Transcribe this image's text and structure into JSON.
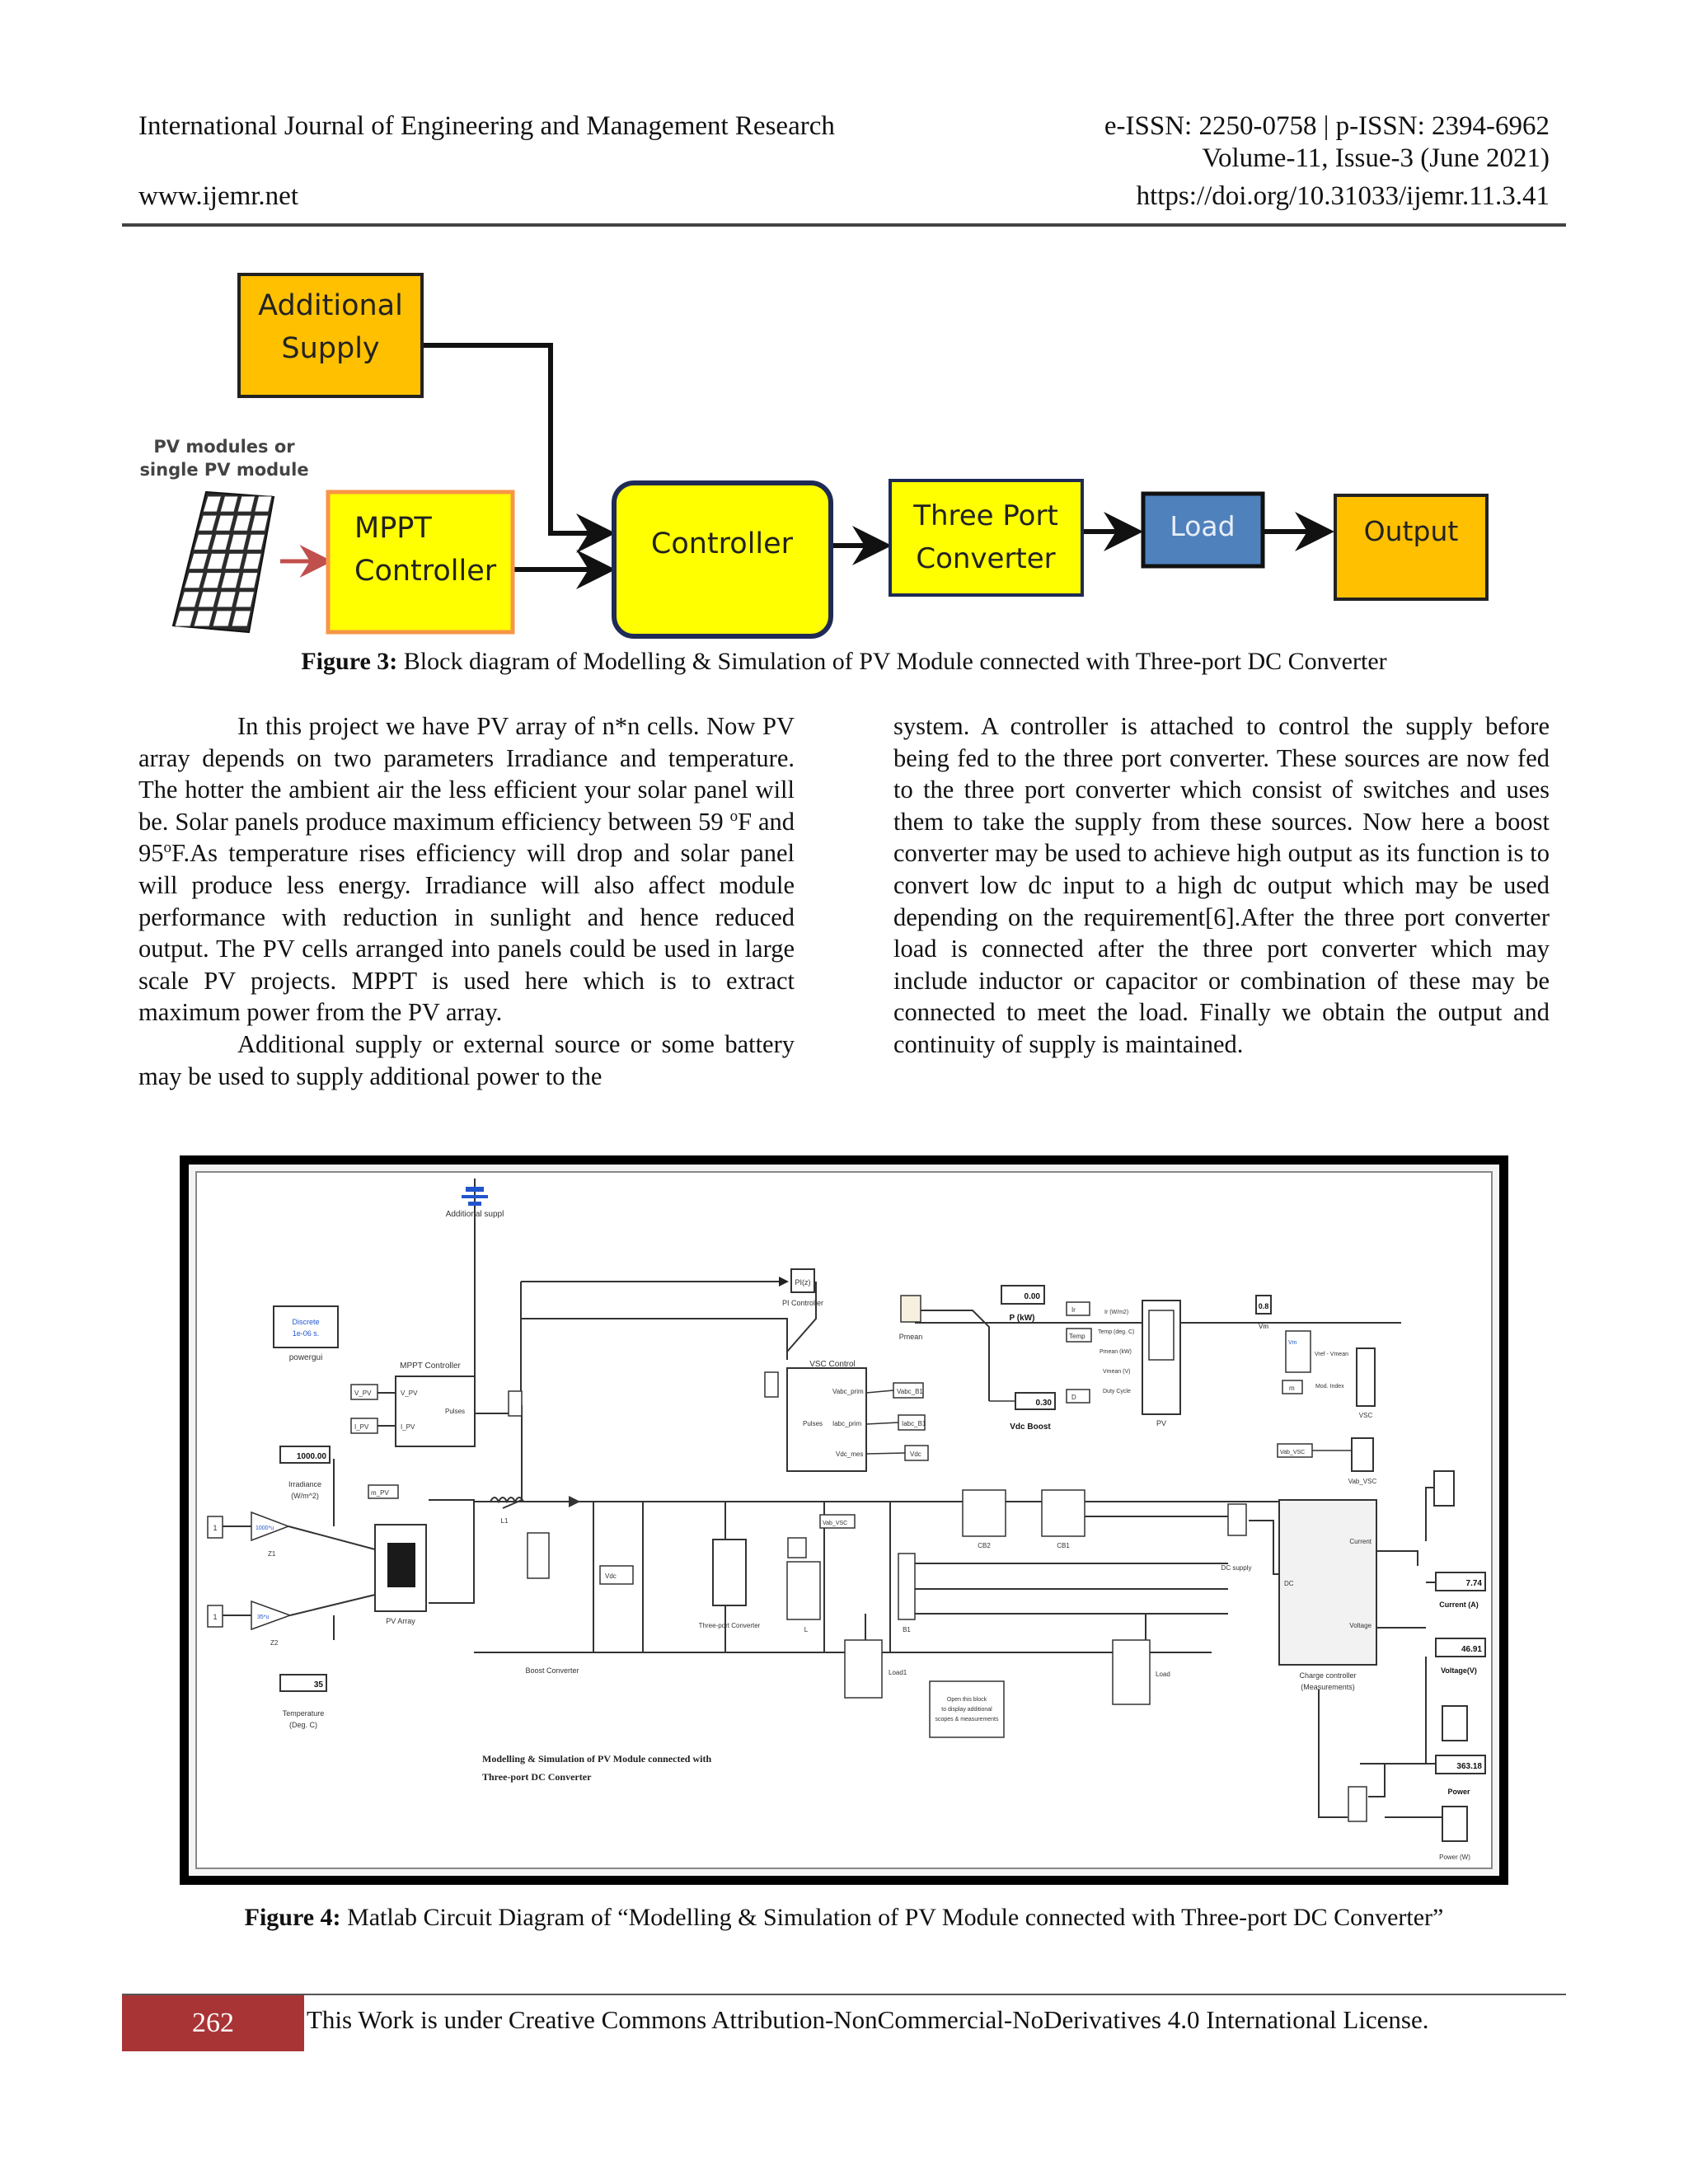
{
  "header": {
    "journal": "International Journal of Engineering and Management Research",
    "issn": "e-ISSN: 2250-0758 | p-ISSN: 2394-6962",
    "volume": "Volume-11, Issue-3 (June 2021)",
    "website": "www.ijemr.net",
    "doi": "https://doi.org/10.31033/ijemr.11.3.41"
  },
  "figure3": {
    "blocks": {
      "additional_1": "Additional",
      "additional_2": "Supply",
      "pv_label_1": "PV modules or",
      "pv_label_2": "single PV module",
      "mppt_1": "MPPT",
      "mppt_2": "Controller",
      "controller": "Controller",
      "three_port_1": "Three Port",
      "three_port_2": "Converter",
      "load": "Load",
      "output": "Output"
    },
    "colors": {
      "yellow": "#ffff00",
      "amber": "#ffc000",
      "blue": "#4f81bd",
      "pv_cell": "#1a1a1a",
      "arrow_red": "#c0504d",
      "mppt_border": "#f79646"
    },
    "caption_label": "Figure 3:",
    "caption_text": " Block diagram of Modelling & Simulation of PV Module connected with Three-port  DC Converter"
  },
  "body": {
    "left_p1": "In this project we have PV array of n*n cells. Now PV array depends on two parameters Irradiance and temperature. The hotter the ambient air the less efficient your solar panel will be. Solar panels produce maximum efficiency between 59 ",
    "left_p1_sup1": "o",
    "left_p1_mid": "F and 95",
    "left_p1_sup2": "o",
    "left_p1_end": "F.As temperature rises efficiency will drop and solar panel will produce less energy. Irradiance will also affect module performance with reduction in sunlight and hence reduced output. The PV cells arranged into panels could be used in large scale PV projects. MPPT is used here which is to extract maximum power from the PV array.",
    "left_p2": "Additional supply or external source or some battery may be used to supply additional power to the",
    "right_p1": "system. A controller is attached to control the supply before being fed to the three port converter. These sources are now fed to the three port converter which consist of switches and uses them to take the supply from these sources. Now here a boost converter may be used to achieve high output as its function is to convert low dc input to a high dc output which may be used depending on the requirement[6].After the three port converter load is connected after the three port converter which may include inductor or capacitor or combination of these may be connected to meet the load. Finally we obtain the output and continuity of supply is maintained."
  },
  "figure4": {
    "labels": {
      "additional_supply": "Additional suppl",
      "discrete_1": "Discrete",
      "discrete_2": "1e-06 s.",
      "powergui": "powergui",
      "pi_block": "PI(z)",
      "pi_controller": "PI Controller",
      "mppt_title": "MPPT Controller",
      "vpv": "V_PV",
      "ipv": "I_PV",
      "pulses": "Pulses",
      "vsc_control": "VSC Control",
      "vabc_prim": "Vabc_prim",
      "iabc_prim": "Iabc_prim",
      "vdc_mes": "Vdc_mes",
      "vabc_b1": "Vabc_B1",
      "iabc_b1": "Iabc_B1",
      "vdc": "Vdc",
      "pmean": "Pmean",
      "p_kw_value": "0.00",
      "p_kw": "P (kW)",
      "vdc_boost_value": "0.30",
      "vdc_boost": "Vdc Boost",
      "ir": "Ir",
      "temp_in": "Temp",
      "d_in": "D",
      "pv_out1": "Ir (W/m2)",
      "pv_out2": "Temp (deg. C)",
      "pv_out3": "Pmean (kW)",
      "pv_out4": "Vmean (V)",
      "pv_out5": "Duty Cycle",
      "pv_scope": "PV",
      "vm": "Vm",
      "vm_value": "0.8",
      "vref_vmean": "Vref - Vmean",
      "mod_index": "Mod. Index",
      "m": "m",
      "vsc_scope": "VSC",
      "vab_vsc": "Vab_VSC",
      "irradiance_value": "1000.00",
      "irradiance_1": "Irradiance",
      "irradiance_2": "(W/m^2)",
      "mpv": "m_PV",
      "one_a": "1",
      "one_b": "1",
      "gain1": "1000*u",
      "gain2": "35*u",
      "z1": "Z1",
      "z2": "Z2",
      "pv_array": "PV Array",
      "l1": "L1",
      "boost_converter": "Boost Converter",
      "threeport_converter": "Three-port Converter",
      "l": "L",
      "b1": "B1",
      "cb2": "CB2",
      "cb1": "CB1",
      "dc_supply": "DC supply",
      "load1": "Load1",
      "load": "Load",
      "open_block_1": "Open this block",
      "open_block_2": "to display additional",
      "open_block_3": "scopes & measurements",
      "charge_1": "Charge controller",
      "charge_2": "(Measurements)",
      "dc": "DC",
      "current_port": "Current",
      "voltage_port": "Voltage",
      "current_value": "7.74",
      "current_label": "Current (A)",
      "voltage_value": "46.91",
      "voltage_label": "Voltage(V)",
      "power_value": "363.18",
      "power_label": "Power",
      "power_scope": "Power (W)",
      "temperature_value": "35",
      "temperature_1": "Temperature",
      "temperature_2": "(Deg. C)",
      "title_1": "Modelling & Simulation of PV Module connected with",
      "title_2": "Three-port DC Converter"
    },
    "caption_label": "Figure 4:",
    "caption_text": " Matlab Circuit Diagram of “Modelling & Simulation of PV Module connected with Three-port  DC Converter”"
  },
  "footer": {
    "page": "262",
    "license": "This Work is under Creative Commons Attribution-NonCommercial-NoDerivatives 4.0 International License."
  }
}
